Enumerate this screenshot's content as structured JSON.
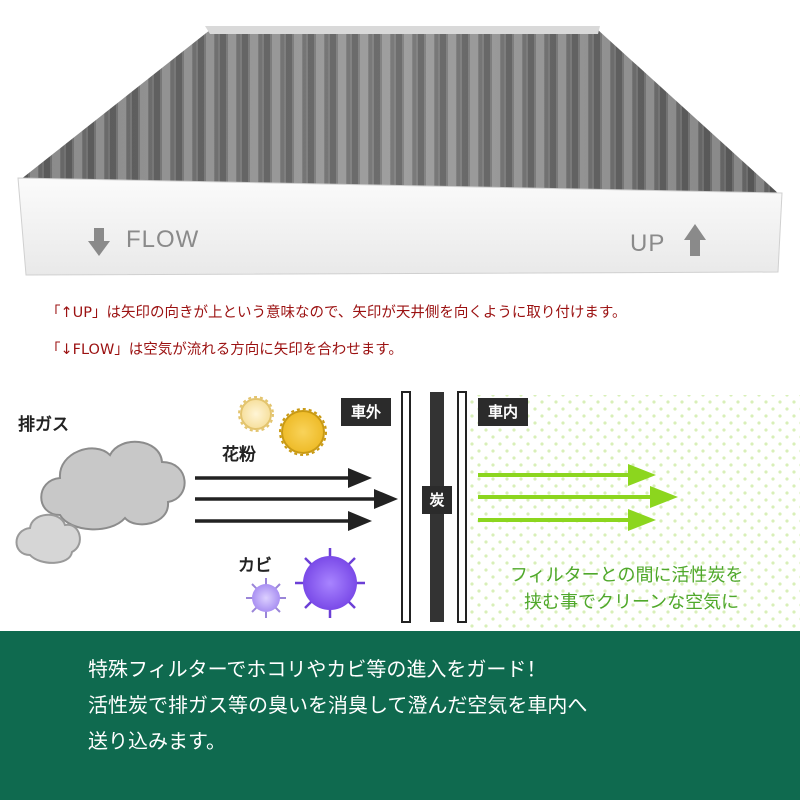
{
  "product": {
    "flow_label": "FLOW",
    "up_label": "UP"
  },
  "notes": {
    "line1": "「↑UP」は矢印の向きが上という意味なので、矢印が天井側を向くように取り付けます。",
    "line2": "「↓FLOW」は空気が流れる方向に矢印を合わせます。"
  },
  "diagram": {
    "exhaust_label": "排ガス",
    "pollen_label": "花粉",
    "mold_label": "カビ",
    "outside_label": "車外",
    "inside_label": "車内",
    "carbon_label": "炭",
    "caption_line1": "フィルターとの間に活性炭を",
    "caption_line2": "挟む事でクリーンな空気に"
  },
  "colors": {
    "note_red": "#9b1111",
    "band_green": "#0f6a4f",
    "arrow_green": "#8cd61e",
    "caption_green": "#4fa82b",
    "pollen_yellow": "#f2c43a",
    "mold_purple": "#9166f0"
  },
  "band": {
    "line1": "特殊フィルターでホコリやカビ等の進入をガード！",
    "line2": "活性炭で排ガス等の臭いを消臭して澄んだ空気を車内へ",
    "line3": "送り込みます。"
  }
}
